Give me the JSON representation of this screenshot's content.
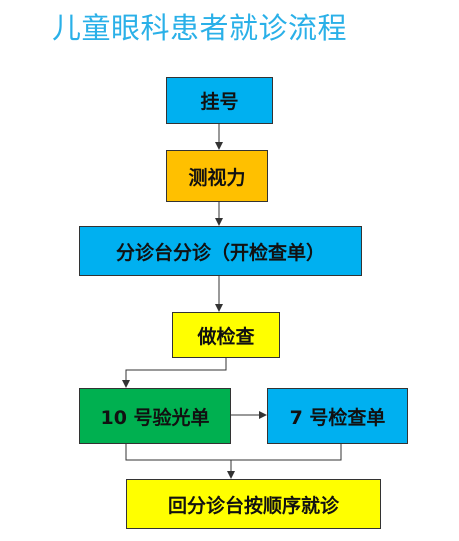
{
  "title": "儿童眼科患者就诊流程",
  "colors": {
    "title": "#2ab0e8",
    "blue": "#00b0f0",
    "orange": "#ffc000",
    "yellow": "#ffff00",
    "green": "#00b050",
    "line": "#333333"
  },
  "steps": {
    "register": "挂号",
    "vision_test": "测视力",
    "triage": "分诊台分诊（开检查单）",
    "examination": "做检查",
    "lab_room": "10 号验光单",
    "check_room": "7 号检查单",
    "return_triage": "回分诊台按顺序就诊"
  }
}
